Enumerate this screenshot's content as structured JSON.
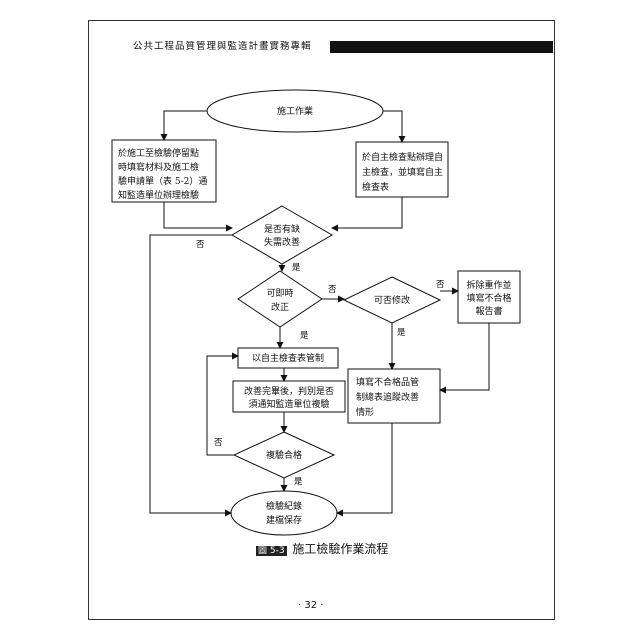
{
  "header": {
    "title": "公共工程品質管理與監造計畫實務專輯"
  },
  "nodes": {
    "start": "施工作業",
    "left_box": [
      "於施工至檢驗停留點",
      "時填寫材料及施工檢",
      "驗申請單（表 5-2）通",
      "知監造單位辦理檢驗"
    ],
    "right_box": [
      "於自主檢查點辦理自",
      "主檢查，並填寫自主",
      "檢查表"
    ],
    "d_defect": [
      "是否有缺",
      "失需改善"
    ],
    "d_immediate": [
      "可即時",
      "改正"
    ],
    "d_modify": [
      "可否修改"
    ],
    "rework_box": [
      "拆除重作並",
      "填寫不合格",
      "報告書"
    ],
    "self_check_box": [
      "以自主檢查表管制"
    ],
    "improve_box": [
      "改善完畢後，判別是否",
      "須通知監造單位複驗"
    ],
    "track_box": [
      "填寫不合格品管",
      "制總表追蹤改善",
      "情形"
    ],
    "d_recheck": [
      "複驗合格"
    ],
    "end": [
      "檢驗紀錄",
      "建檔保存"
    ]
  },
  "labels": {
    "no": "否",
    "yes": "是"
  },
  "caption": {
    "figure": "圖 5-3",
    "text": "施工檢驗作業流程"
  },
  "page_number": "· 32 ·"
}
